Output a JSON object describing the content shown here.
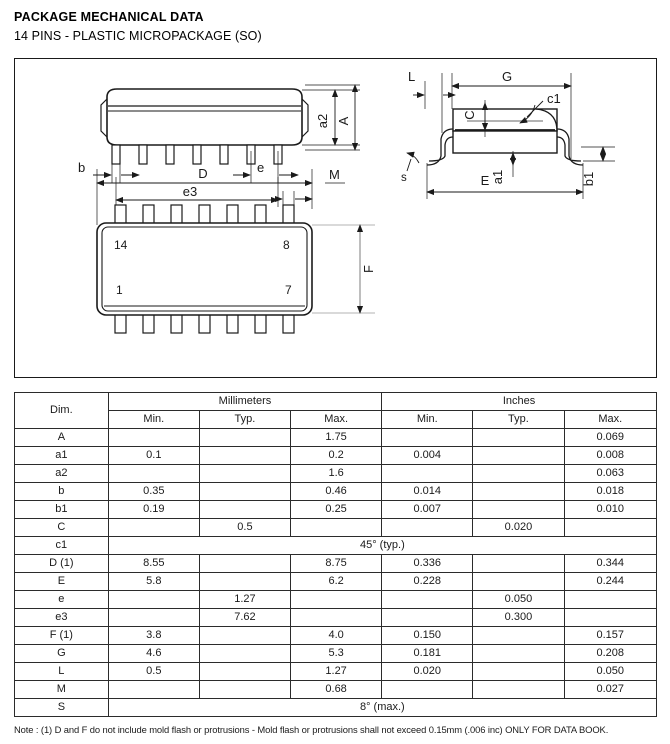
{
  "header": {
    "title": "PACKAGE MECHANICAL DATA",
    "subtitle": "14 PINS - PLASTIC MICROPACKAGE (SO)"
  },
  "drawing": {
    "front_view": {
      "labels": {
        "b": "b",
        "e": "e",
        "e3": "e3",
        "a2": "a2",
        "A": "A"
      }
    },
    "side_view": {
      "labels": {
        "L": "L",
        "G": "G",
        "C": "C",
        "c1": "c1",
        "s": "s",
        "E": "E",
        "a1": "a1",
        "b1": "b1"
      }
    },
    "plan_view": {
      "labels": {
        "D": "D",
        "M": "M",
        "F": "F"
      },
      "pin_numbers": {
        "top_left": "14",
        "top_right": "8",
        "bottom_left": "1",
        "bottom_right": "7"
      },
      "pins_per_side": 7
    }
  },
  "table": {
    "dim_header": "Dim.",
    "unit_groups": [
      "Millimeters",
      "Inches"
    ],
    "sub_headers": [
      "Min.",
      "Typ.",
      "Max.",
      "Min.",
      "Typ.",
      "Max."
    ],
    "rows": [
      {
        "dim": "A",
        "mm_min": "",
        "mm_typ": "",
        "mm_max": "1.75",
        "in_min": "",
        "in_typ": "",
        "in_max": "0.069"
      },
      {
        "dim": "a1",
        "mm_min": "0.1",
        "mm_typ": "",
        "mm_max": "0.2",
        "in_min": "0.004",
        "in_typ": "",
        "in_max": "0.008"
      },
      {
        "dim": "a2",
        "mm_min": "",
        "mm_typ": "",
        "mm_max": "1.6",
        "in_min": "",
        "in_typ": "",
        "in_max": "0.063"
      },
      {
        "dim": "b",
        "mm_min": "0.35",
        "mm_typ": "",
        "mm_max": "0.46",
        "in_min": "0.014",
        "in_typ": "",
        "in_max": "0.018"
      },
      {
        "dim": "b1",
        "mm_min": "0.19",
        "mm_typ": "",
        "mm_max": "0.25",
        "in_min": "0.007",
        "in_typ": "",
        "in_max": "0.010"
      },
      {
        "dim": "C",
        "mm_min": "",
        "mm_typ": "0.5",
        "mm_max": "",
        "in_min": "",
        "in_typ": "0.020",
        "in_max": ""
      },
      {
        "dim": "c1",
        "span": "45° (typ.)"
      },
      {
        "dim": "D (1)",
        "mm_min": "8.55",
        "mm_typ": "",
        "mm_max": "8.75",
        "in_min": "0.336",
        "in_typ": "",
        "in_max": "0.344"
      },
      {
        "dim": "E",
        "mm_min": "5.8",
        "mm_typ": "",
        "mm_max": "6.2",
        "in_min": "0.228",
        "in_typ": "",
        "in_max": "0.244"
      },
      {
        "dim": "e",
        "mm_min": "",
        "mm_typ": "1.27",
        "mm_max": "",
        "in_min": "",
        "in_typ": "0.050",
        "in_max": ""
      },
      {
        "dim": "e3",
        "mm_min": "",
        "mm_typ": "7.62",
        "mm_max": "",
        "in_min": "",
        "in_typ": "0.300",
        "in_max": ""
      },
      {
        "dim": "F (1)",
        "mm_min": "3.8",
        "mm_typ": "",
        "mm_max": "4.0",
        "in_min": "0.150",
        "in_typ": "",
        "in_max": "0.157"
      },
      {
        "dim": "G",
        "mm_min": "4.6",
        "mm_typ": "",
        "mm_max": "5.3",
        "in_min": "0.181",
        "in_typ": "",
        "in_max": "0.208"
      },
      {
        "dim": "L",
        "mm_min": "0.5",
        "mm_typ": "",
        "mm_max": "1.27",
        "in_min": "0.020",
        "in_typ": "",
        "in_max": "0.050"
      },
      {
        "dim": "M",
        "mm_min": "",
        "mm_typ": "",
        "mm_max": "0.68",
        "in_min": "",
        "in_typ": "",
        "in_max": "0.027"
      },
      {
        "dim": "S",
        "span": "8° (max.)"
      }
    ]
  },
  "note": "Note : (1) D and F do not include mold flash or protrusions - Mold flash or protrusions shall not exceed 0.15mm (.006 inc) ONLY FOR DATA BOOK."
}
